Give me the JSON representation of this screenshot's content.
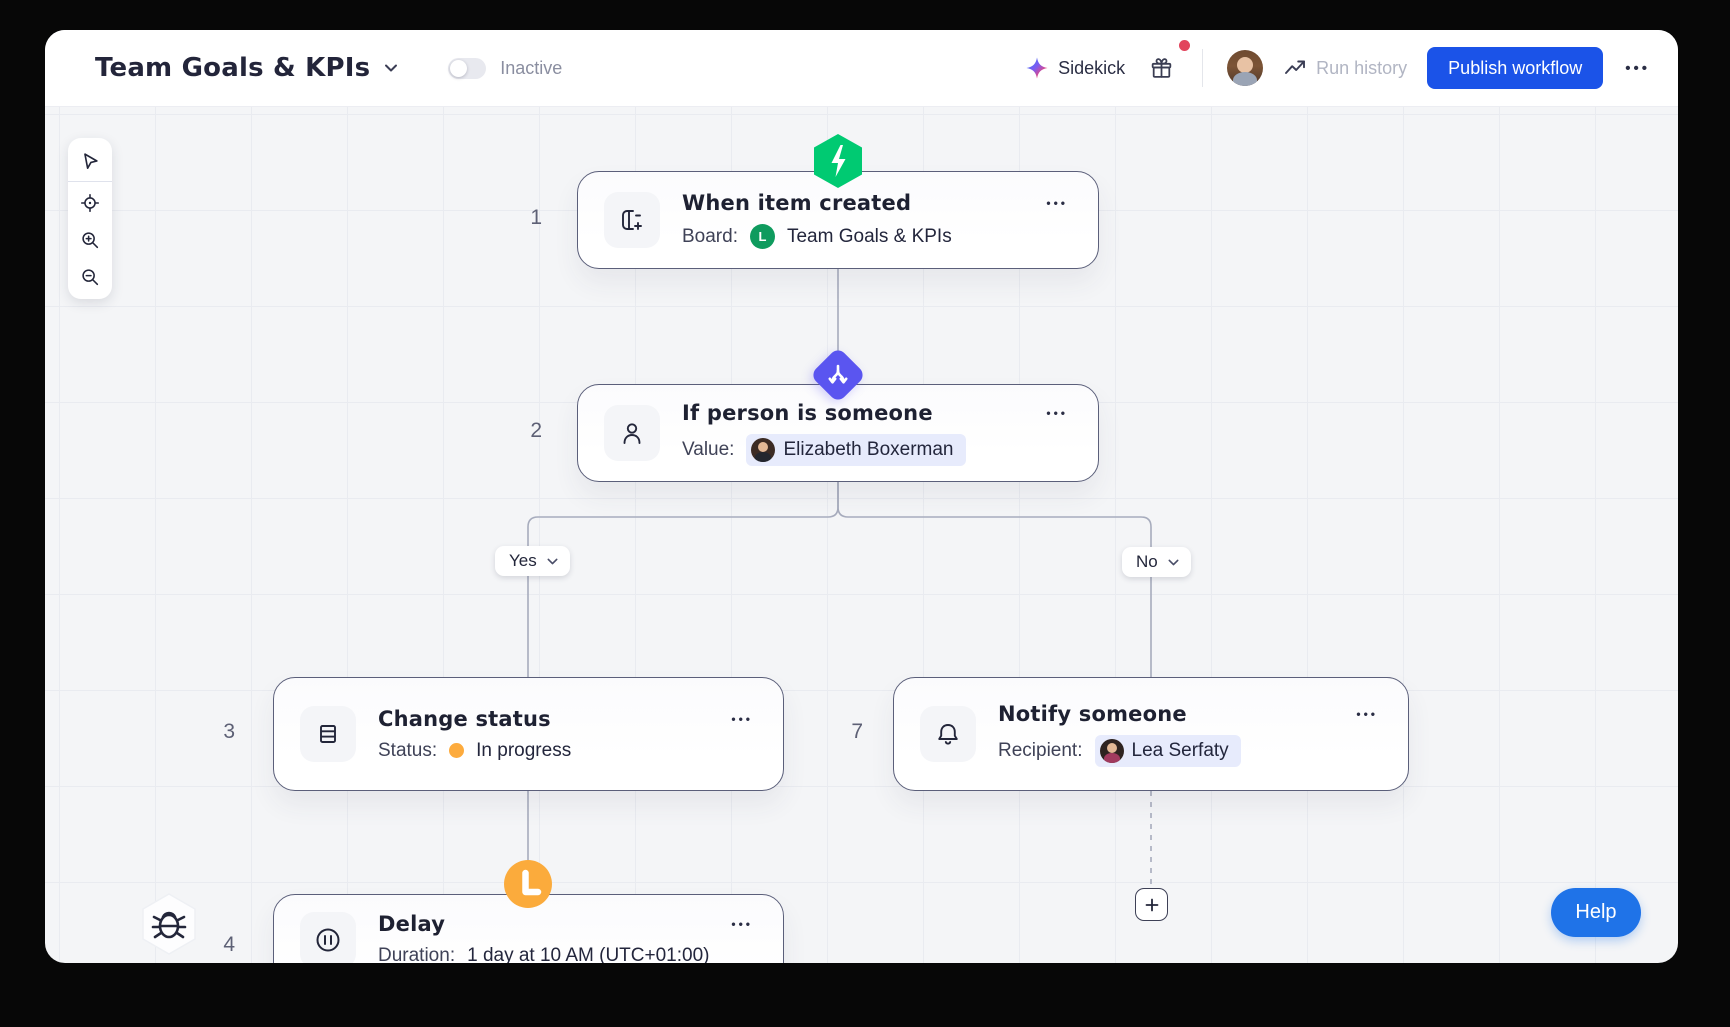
{
  "ui": {
    "more_dots": "•••"
  },
  "header": {
    "title": "Team Goals & KPIs",
    "workflow_status": "Inactive",
    "sidekick_label": "Sidekick",
    "run_history_label": "Run history",
    "publish_label": "Publish workflow"
  },
  "canvas": {
    "branch_yes": "Yes",
    "branch_no": "No",
    "help_label": "Help",
    "nodes": [
      {
        "number": "1",
        "title": "When item created",
        "field_label": "Board:",
        "field_value": "Team Goals & KPIs",
        "board_avatar_letter": "L"
      },
      {
        "number": "2",
        "title": "If person is someone",
        "field_label": "Value:",
        "field_value": "Elizabeth Boxerman"
      },
      {
        "number": "3",
        "title": "Change status",
        "field_label": "Status:",
        "field_value": "In progress"
      },
      {
        "number": "7",
        "title": "Notify someone",
        "field_label": "Recipient:",
        "field_value": "Lea Serfaty"
      },
      {
        "number": "4",
        "title": "Delay",
        "field_label": "Duration:",
        "field_value": "1 day at 10 AM (UTC+01:00)"
      }
    ]
  },
  "icons": {
    "toolbar": [
      "cursor",
      "locate-target",
      "zoom-in",
      "zoom-out"
    ],
    "badges": [
      "lightning-hexagon",
      "branch-diamond",
      "clock-circle"
    ],
    "node_icons": [
      "board-add",
      "person",
      "status-rows",
      "bell",
      "pause"
    ],
    "other": [
      "sparkle-ai",
      "gift",
      "trend-arrow",
      "bug",
      "plus",
      "chevron-down"
    ]
  },
  "colors": {
    "publish_blue": "#1b53e8",
    "help_blue": "#1f73e8",
    "trigger_green": "#00ca72",
    "board_green": "#0f9b5e",
    "condition_purple": "#5a55f0",
    "delay_orange": "#fbab3c",
    "status_orange": "#fdab3d",
    "notification_red": "#e2445c",
    "card_border": "#5b5f7a",
    "wire_gray": "#a7acbd"
  }
}
